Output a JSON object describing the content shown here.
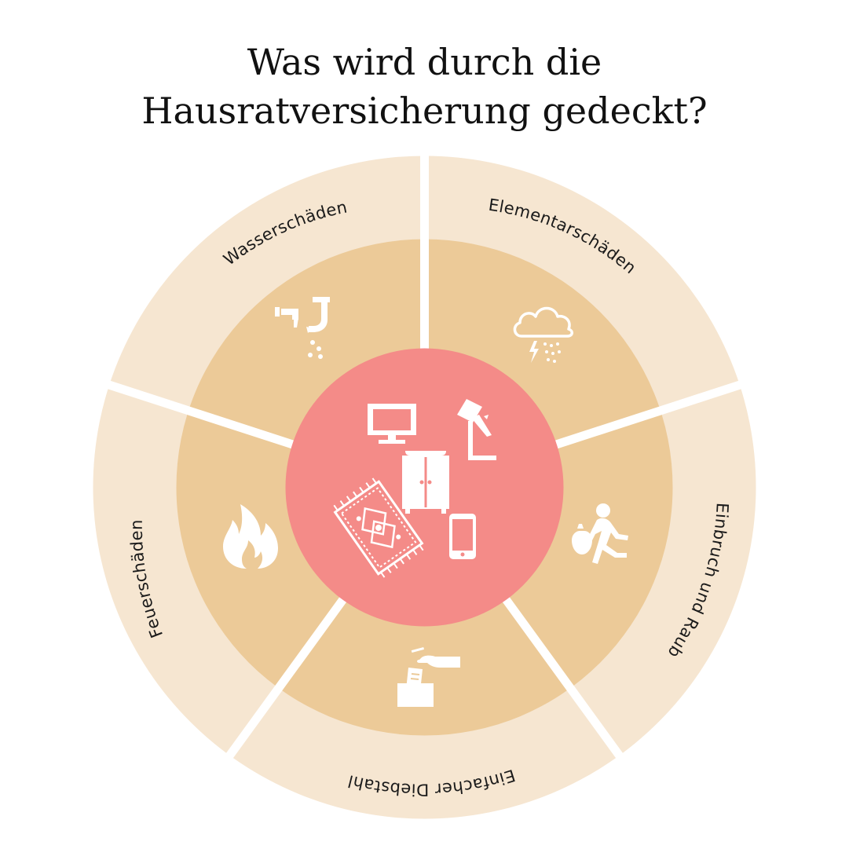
{
  "title": {
    "line1": "Was wird durch die",
    "line2": "Hausratversicherung gedeckt?"
  },
  "segments": [
    {
      "label": "Wasserschäden",
      "icon": "broken-pipe-icon"
    },
    {
      "label": "Elementarschäden",
      "icon": "storm-cloud-icon"
    },
    {
      "label": "Einbruch und Raub",
      "icon": "burglar-icon"
    },
    {
      "label": "Einfacher Diebstahl",
      "icon": "stealing-hand-icon"
    },
    {
      "label": "Feuerschäden",
      "icon": "fire-icon"
    }
  ],
  "center": {
    "icons": [
      "tv-icon",
      "desk-lamp-icon",
      "wardrobe-icon",
      "rug-icon",
      "smartphone-icon"
    ]
  },
  "colors": {
    "outer_ring": "#f6e6d1",
    "inner_ring": "#ecca98",
    "center": "#f48b88",
    "separator": "#ffffff"
  }
}
